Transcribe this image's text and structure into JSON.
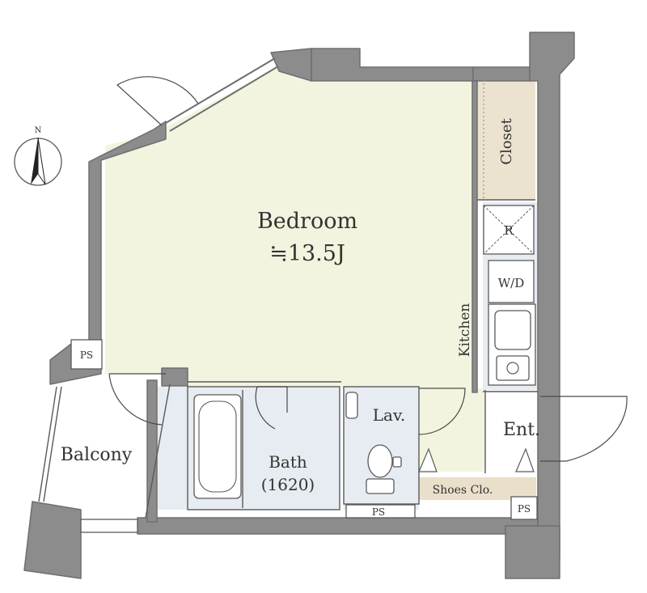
{
  "compass": {
    "north_label": "N"
  },
  "rooms": {
    "bedroom": {
      "name": "Bedroom",
      "size": "≒13.5J"
    },
    "closet": "Closet",
    "kitchen": "Kitchen",
    "fridge": "R",
    "washer_dryer": "W/D",
    "lavatory": "Lav.",
    "bath": {
      "name": "Bath",
      "size": "(1620)"
    },
    "balcony": "Balcony",
    "entrance": "Ent.",
    "shoes_closet": "Shoes Clo.",
    "ps_left": "PS",
    "ps_bottom": "PS",
    "ps_right": "PS"
  },
  "colors": {
    "bedroom_fill": "#f3f4df",
    "closet_fill": "#ebe2cf",
    "wet_area_fill": "#e6ecf1",
    "shoes_fill": "#e9dfca",
    "wall": "#8c8c8c"
  }
}
